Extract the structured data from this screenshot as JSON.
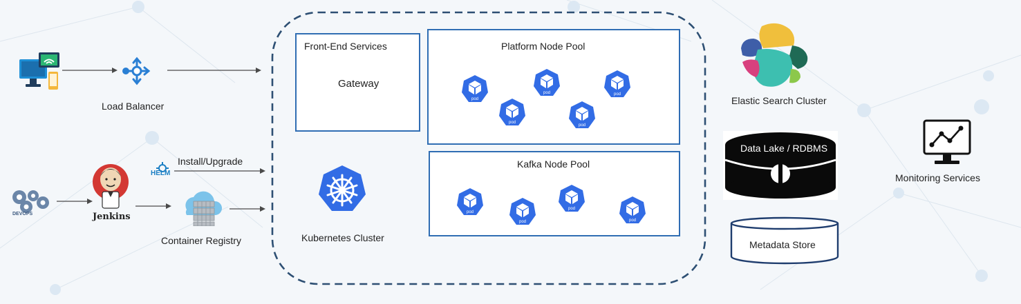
{
  "labels": {
    "load_balancer": "Load Balancer",
    "install_upgrade": "Install/Upgrade",
    "helm": "HELM",
    "devops": "DEVOPS",
    "jenkins": "Jenkins",
    "container_registry": "Container Registry",
    "front_end_services": "Front-End Services",
    "gateway": "Gateway",
    "kubernetes_cluster": "Kubernetes Cluster",
    "platform_node_pool": "Platform Node Pool",
    "kafka_node_pool": "Kafka Node Pool",
    "pod": "pod",
    "elastic_search_cluster": "Elastic Search Cluster",
    "data_lake": "Data Lake / RDBMS",
    "metadata_store": "Metadata Store",
    "monitoring_services": "Monitoring Services"
  },
  "icons": {
    "client_devices": "client-devices-icon",
    "load_balancer": "load-balancer-icon",
    "devops": "devops-gears-icon",
    "jenkins": "jenkins-icon",
    "helm": "helm-icon",
    "container_registry": "container-registry-icon",
    "kubernetes": "kubernetes-icon",
    "pod": "pod-icon",
    "elastic": "elastic-search-icon",
    "data_lake": "database-icon",
    "metadata": "cylinder-store-icon",
    "monitoring": "monitoring-icon"
  },
  "colors": {
    "pool_border": "#2f6db3",
    "cluster_dash": "#2d4f73",
    "k8s_blue": "#326ce5",
    "arrow": "#4a4a4a"
  }
}
